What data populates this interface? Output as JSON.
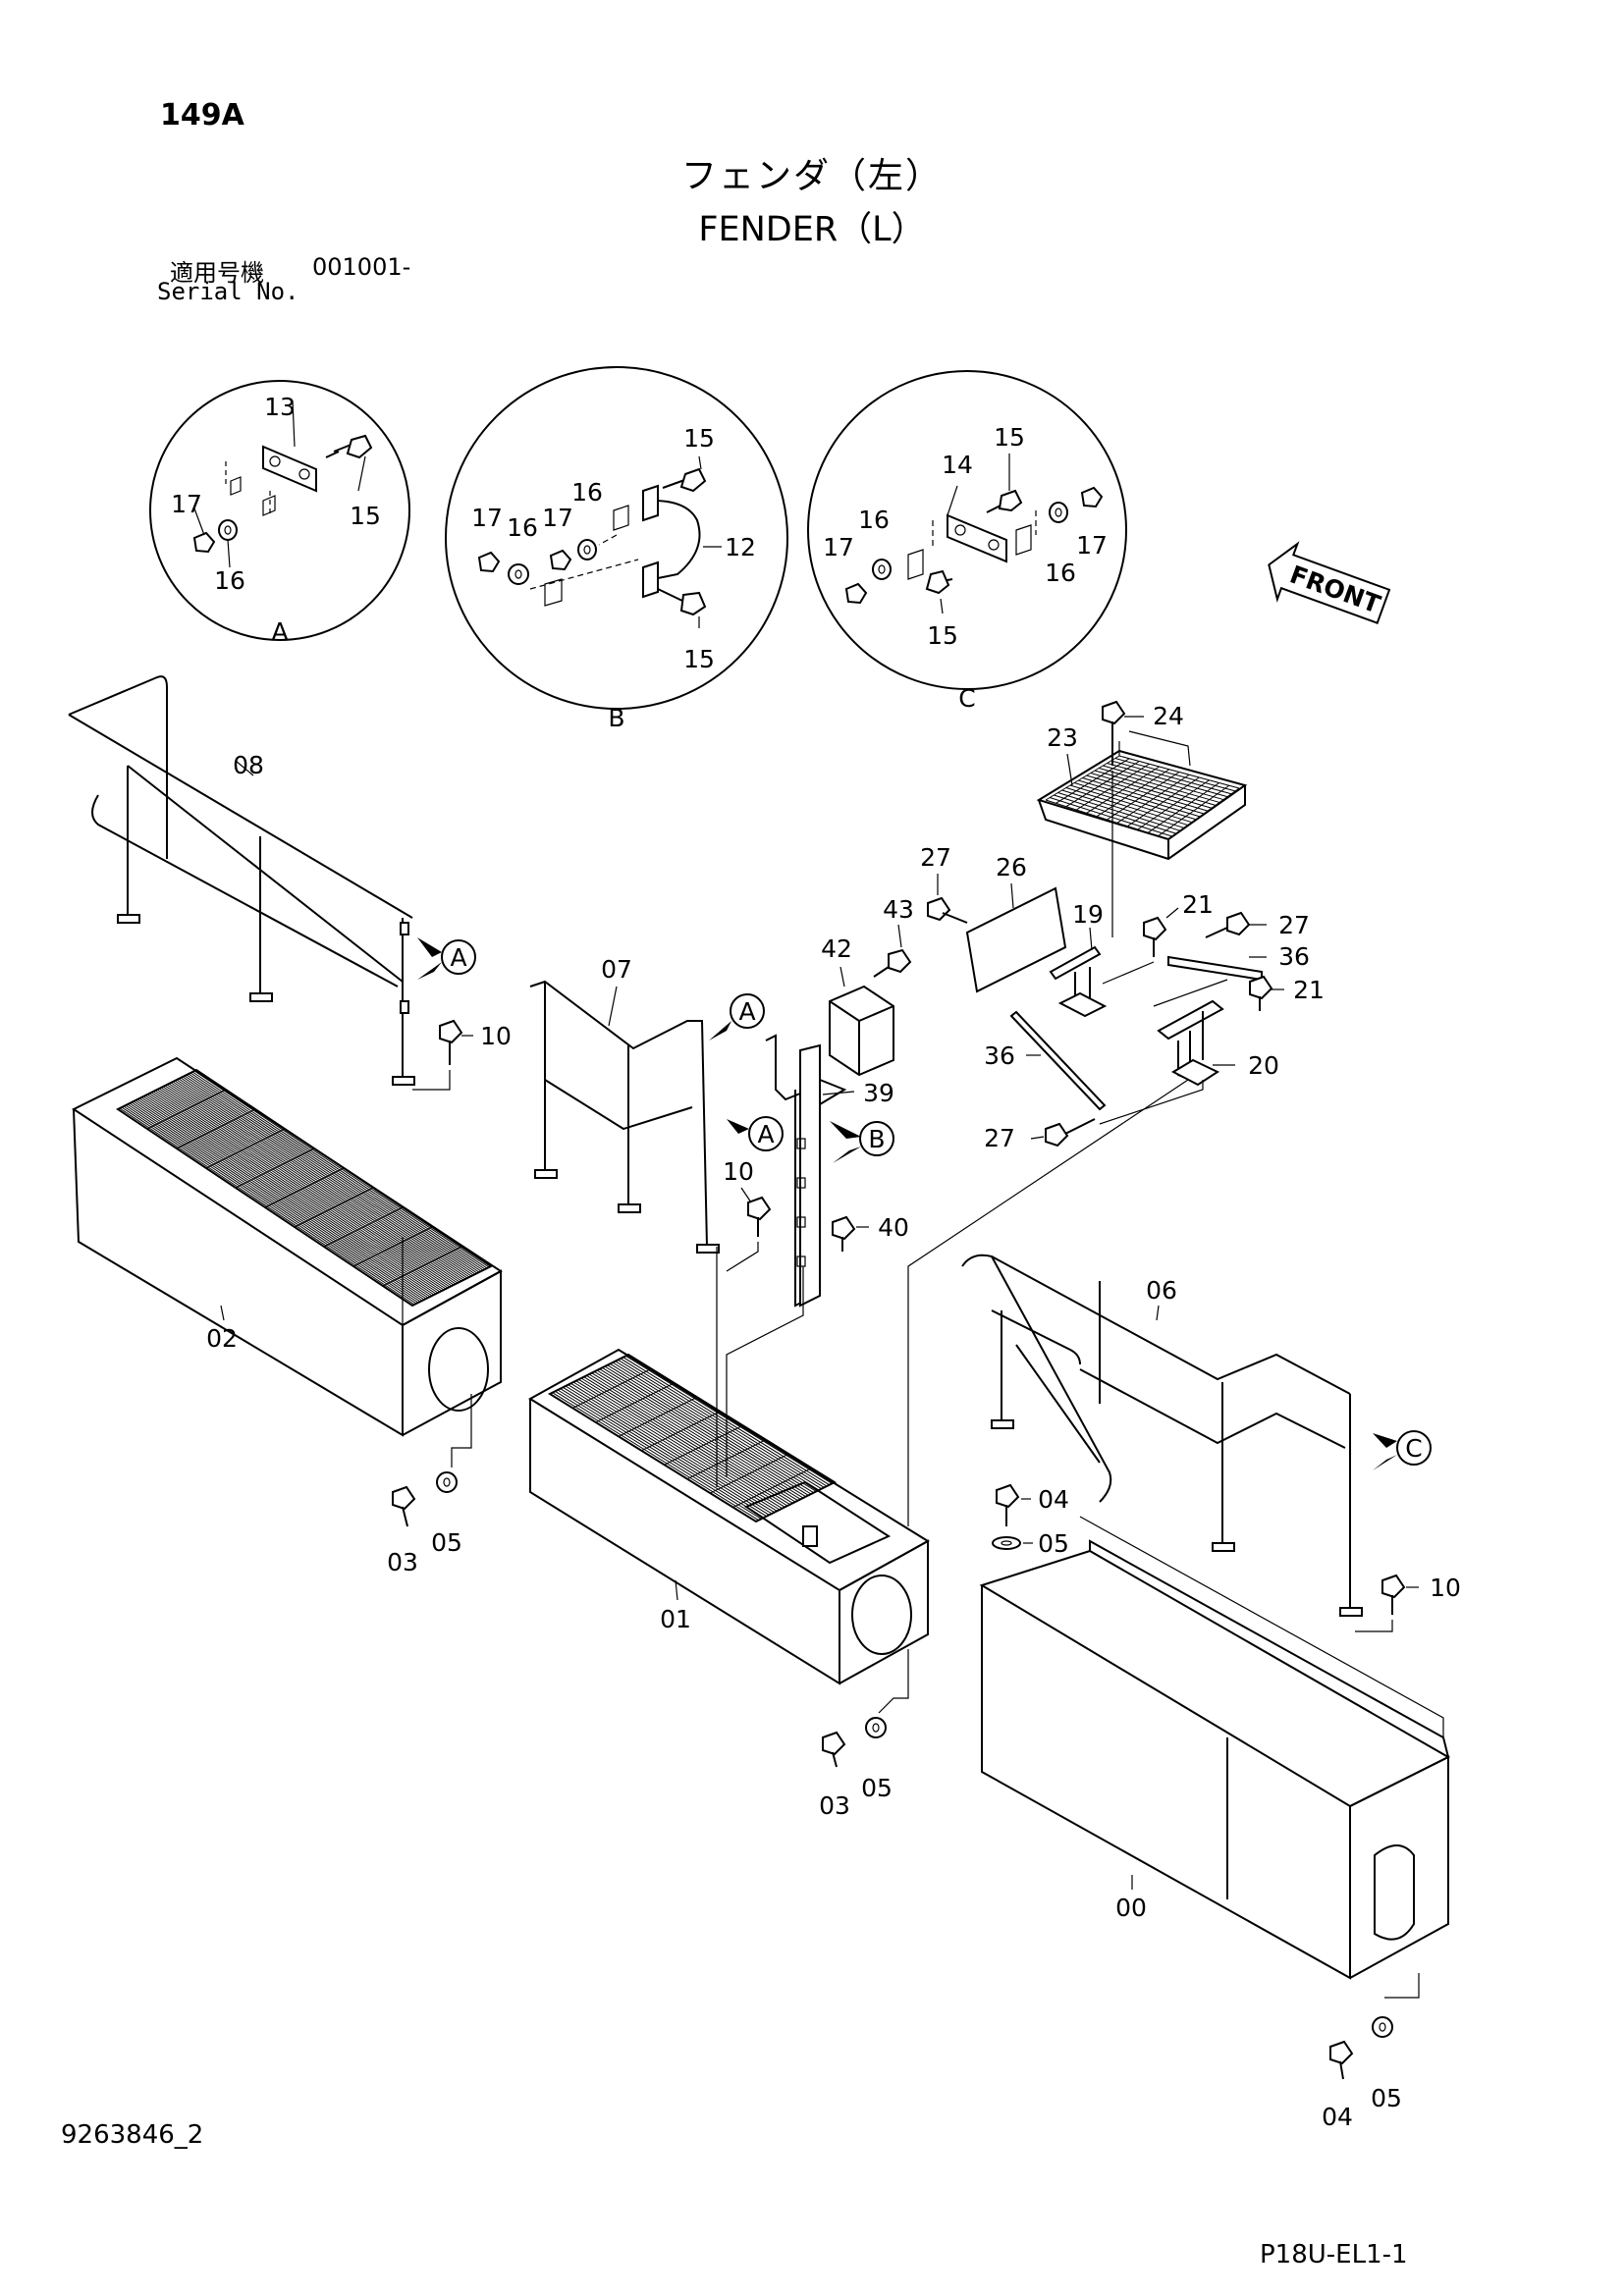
{
  "header": {
    "page_code": "149A",
    "title_jp": "フェンダ（左）",
    "title_en": "FENDER（L）",
    "serial_label_jp": "適用号機",
    "serial_value": "001001-",
    "serial_label_en": "Serial No."
  },
  "footer": {
    "drawing_number": "9263846_2",
    "sheet_code": "P18U-EL1-1"
  },
  "front_indicator": "FRONT",
  "details": {
    "a": "A",
    "b": "B",
    "c": "C"
  },
  "part_numbers": {
    "p00": "00",
    "p01": "01",
    "p02": "02",
    "p03": "03",
    "p04": "04",
    "p05": "05",
    "p06": "06",
    "p07": "07",
    "p08": "08",
    "p10": "10",
    "p12": "12",
    "p13": "13",
    "p14": "14",
    "p15": "15",
    "p16": "16",
    "p17": "17",
    "p19": "19",
    "p20": "20",
    "p21": "21",
    "p23": "23",
    "p24": "24",
    "p26": "26",
    "p27": "27",
    "p36": "36",
    "p39": "39",
    "p40": "40",
    "p42": "42",
    "p43": "43"
  }
}
